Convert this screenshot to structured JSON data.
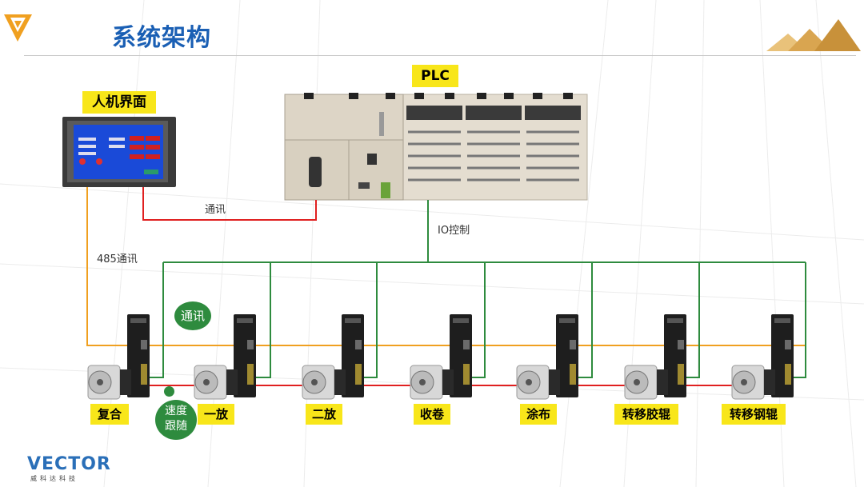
{
  "title": "系统架构",
  "hmi": {
    "label": "人机界面"
  },
  "plc": {
    "label": "PLC"
  },
  "connections": {
    "comm": "通讯",
    "io_control": "IO控制",
    "rs485": "485通讯"
  },
  "bubbles": {
    "comm": "通讯",
    "speed_follow_line1": "速度",
    "speed_follow_line2": "跟随"
  },
  "axes": [
    {
      "label": "复合"
    },
    {
      "label": "一放"
    },
    {
      "label": "二放"
    },
    {
      "label": "收卷"
    },
    {
      "label": "涂布"
    },
    {
      "label": "转移胶辊"
    },
    {
      "label": "转移钢辊"
    }
  ],
  "logo": {
    "text": "VECTOR",
    "subtitle": "威科达科技"
  },
  "colors": {
    "title": "#1a5fb4",
    "label_bg": "#f8e61a",
    "rs485_line": "#f0a020",
    "comm_line": "#e02020",
    "io_line": "#2e8b3e",
    "bubble": "#2e8b3e"
  }
}
